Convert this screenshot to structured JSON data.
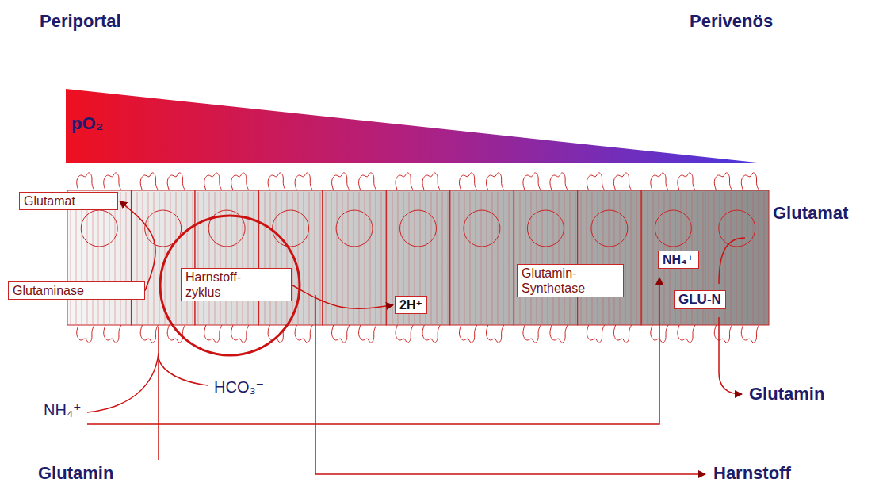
{
  "diagram": {
    "nodes": [
      {
        "text": [
          "Glutamat"
        ]
      },
      {
        "text": [
          "Glutaminase"
        ]
      },
      {
        "text": [
          "Harnstoff- zyklus"
        ]
      },
      {
        "text": [
          "2H⁺"
        ]
      },
      {
        "text": [
          "Glutamin- Synthetase"
        ]
      },
      {
        "text": [
          "NH₄⁺"
        ]
      },
      {
        "text": [
          "GLU-N"
        ]
      }
    ],
    "edges": [
      {
        "from": 2,
        "to": 3,
        "arrow": "to"
      },
      {
        "from": 1,
        "to": 0,
        "arrow": "to"
      }
    ],
    "labels": [
      "Periportal",
      "Perivenös",
      "pO₂",
      "Glutamat",
      "NH₄⁺",
      "HCO₃⁻",
      "Glutamin",
      "Glutamin",
      "Harnstoff"
    ]
  }
}
